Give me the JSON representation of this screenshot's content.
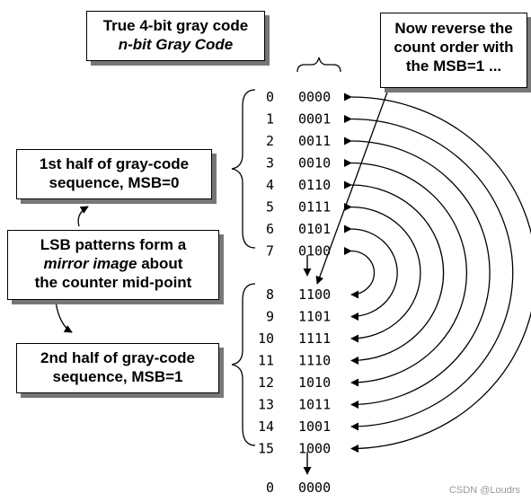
{
  "callouts": {
    "top_title": {
      "line1": "True 4-bit gray code",
      "line2": "n-bit Gray Code"
    },
    "reverse_note": {
      "line1": "Now reverse the",
      "line2": "count order with",
      "line3": "the MSB=1 ..."
    },
    "first_half": {
      "line1": "1st half of gray-code",
      "line2": "sequence, MSB=0"
    },
    "mirror_note": {
      "line1": "LSB patterns form a",
      "line2_italic": "mirror image",
      "line2_rest": " about",
      "line3": "the counter mid-point"
    },
    "second_half": {
      "line1": "2nd half of gray-code",
      "line2": "sequence, MSB=1"
    }
  },
  "sequence": [
    {
      "count": "0",
      "code": "0000"
    },
    {
      "count": "1",
      "code": "0001"
    },
    {
      "count": "2",
      "code": "0011"
    },
    {
      "count": "3",
      "code": "0010"
    },
    {
      "count": "4",
      "code": "0110"
    },
    {
      "count": "5",
      "code": "0111"
    },
    {
      "count": "6",
      "code": "0101"
    },
    {
      "count": "7",
      "code": "0100"
    },
    {
      "count": "8",
      "code": "1100"
    },
    {
      "count": "9",
      "code": "1101"
    },
    {
      "count": "10",
      "code": "1111"
    },
    {
      "count": "11",
      "code": "1110"
    },
    {
      "count": "12",
      "code": "1010"
    },
    {
      "count": "13",
      "code": "1011"
    },
    {
      "count": "14",
      "code": "1001"
    },
    {
      "count": "15",
      "code": "1000"
    }
  ],
  "wrap": {
    "count": "0",
    "code": "0000"
  },
  "watermark": "CSDN @Loudrs"
}
